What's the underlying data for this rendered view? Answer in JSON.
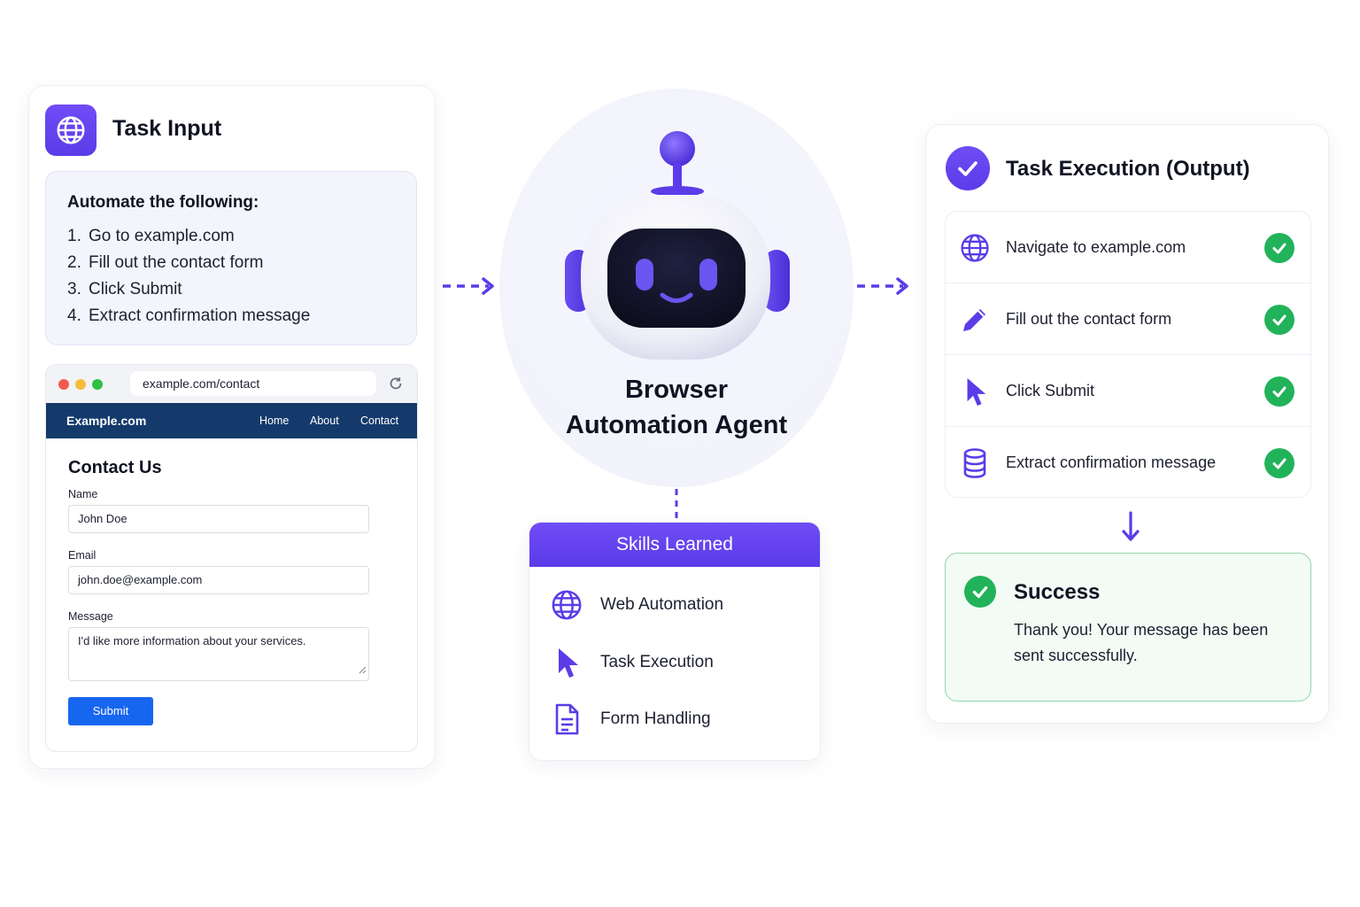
{
  "task_input": {
    "title": "Task Input",
    "instructions_heading": "Automate the following:",
    "steps": [
      {
        "num": "1.",
        "text": "Go to example.com"
      },
      {
        "num": "2.",
        "text": "Fill out the contact form"
      },
      {
        "num": "3.",
        "text": "Click Submit"
      },
      {
        "num": "4.",
        "text": "Extract confirmation message"
      }
    ],
    "browser": {
      "url": "example.com/contact",
      "brand": "Example.com",
      "nav": [
        "Home",
        "About",
        "Contact"
      ],
      "form_title": "Contact Us",
      "fields": {
        "name_label": "Name",
        "name_value": "John Doe",
        "email_label": "Email",
        "email_value": "john.doe@example.com",
        "message_label": "Message",
        "message_value": "I'd like more information about your services."
      },
      "submit_label": "Submit"
    }
  },
  "agent": {
    "title_line1": "Browser",
    "title_line2": "Automation Agent"
  },
  "skills": {
    "title": "Skills Learned",
    "items": [
      {
        "label": "Web Automation",
        "icon": "globe-icon"
      },
      {
        "label": "Task Execution",
        "icon": "cursor-icon"
      },
      {
        "label": "Form Handling",
        "icon": "document-icon"
      }
    ]
  },
  "output": {
    "title": "Task Execution (Output)",
    "steps": [
      {
        "label": "Navigate to example.com",
        "icon": "globe-icon"
      },
      {
        "label": "Fill out the contact form",
        "icon": "pencil-icon"
      },
      {
        "label": "Click Submit",
        "icon": "cursor-icon"
      },
      {
        "label": "Extract confirmation message",
        "icon": "database-icon"
      }
    ],
    "success_title": "Success",
    "success_message": "Thank you! Your message has been sent successfully."
  },
  "colors": {
    "accent": "#5b3ce8",
    "success": "#22b35a",
    "nav_bar": "#143a6b",
    "submit": "#1766f0"
  }
}
